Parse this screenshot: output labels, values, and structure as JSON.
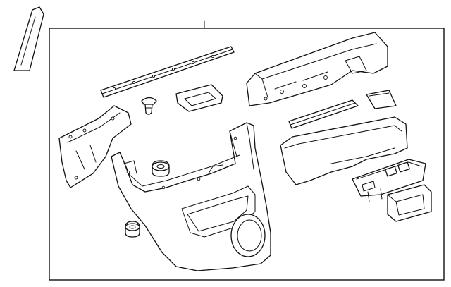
{
  "diagram": {
    "kind": "exploded parts diagram",
    "line_color": "#111111",
    "background": "#ffffff",
    "parts": [
      "pillar-trim",
      "door-panel",
      "trim-strip",
      "push-clip",
      "pull-handle-cup",
      "upper-trim-bracket",
      "armrest-top",
      "armrest-base",
      "bolster-strip",
      "switch-bezel",
      "window-switch-plate",
      "small-cap",
      "mounting-bumper",
      "bottom-bumper",
      "door-panel-main",
      "callout-marker"
    ]
  }
}
